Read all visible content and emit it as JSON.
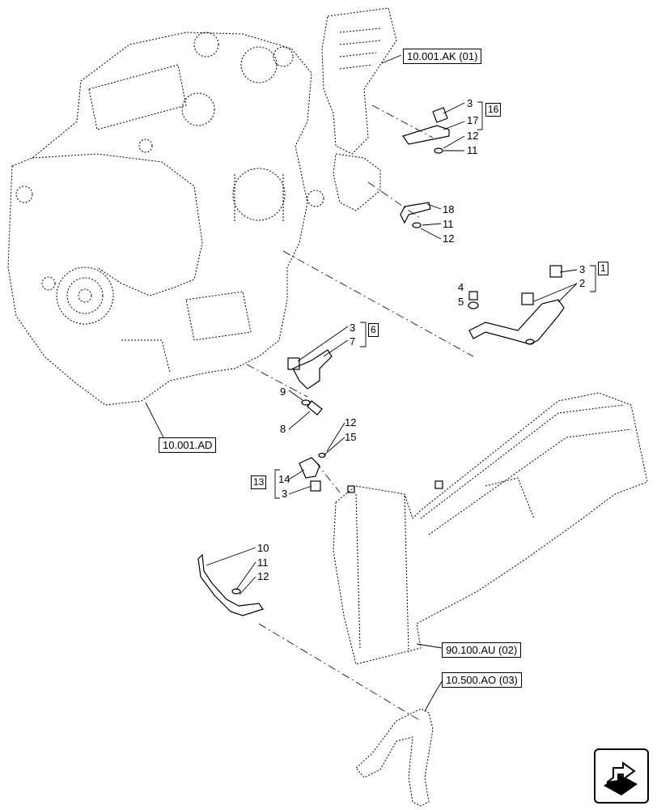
{
  "refs": {
    "engine": "10.001.AD",
    "bracket_top": "10.001.AK (01)",
    "hood_mid": "90.100.AU (02)",
    "hood_low": "10.500.AO (03)"
  },
  "groups": {
    "g16": "16",
    "g1": "1",
    "g6": "6",
    "g13": "13"
  },
  "callouts": {
    "c3a": "3",
    "c17": "17",
    "c12a": "12",
    "c11a": "11",
    "c18": "18",
    "c11b": "11",
    "c12b": "12",
    "c3b": "3",
    "c2": "2",
    "c4": "4",
    "c5": "5",
    "c3c": "3",
    "c7": "7",
    "c9": "9",
    "c8": "8",
    "c12c": "12",
    "c15": "15",
    "c14": "14",
    "c3d": "3",
    "c10": "10",
    "c11c": "11",
    "c12d": "12"
  },
  "icons": {
    "nav": "arrow-nav-icon"
  }
}
